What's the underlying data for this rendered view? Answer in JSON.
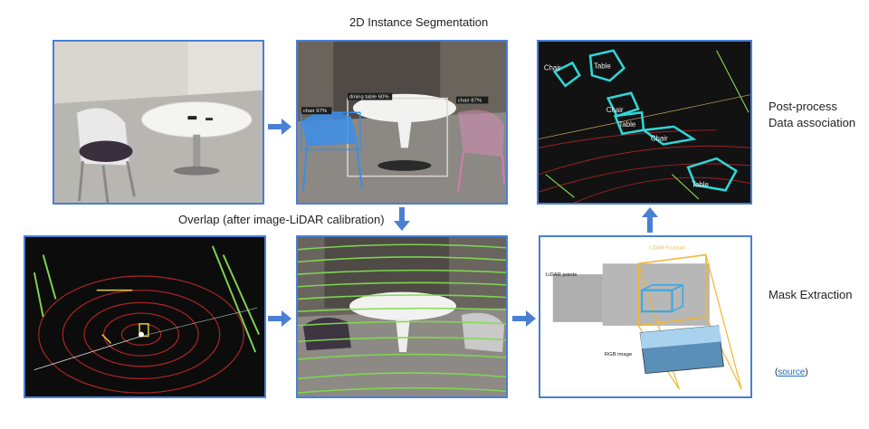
{
  "labels": {
    "top": "2D Instance Segmentation",
    "overlap": "Overlap (after image-LiDAR calibration)",
    "postprocess_line1": "Post-process",
    "postprocess_line2": "Data association",
    "mask": "Mask Extraction"
  },
  "segmentation_tags": {
    "left": "chair 97%",
    "middle": "dining table 60%",
    "right": "chair 87%"
  },
  "detections": {
    "chair1": "Chair",
    "table1": "Table",
    "chair2": "Chair",
    "table2": "Table",
    "chair3": "Chair",
    "table3": "Table"
  },
  "frustum": {
    "title": "LiDAR Frustum",
    "points": "LiDAR points",
    "rgb": "RGB image"
  },
  "source": {
    "open": "(",
    "link": "source",
    "close": ")"
  },
  "colors": {
    "panel_border": "#4a7fd4",
    "arrow": "#4a7fd4",
    "detection": "#2fd6d6",
    "frustum": "#f2b632",
    "mask_box": "#3aa8e0"
  }
}
